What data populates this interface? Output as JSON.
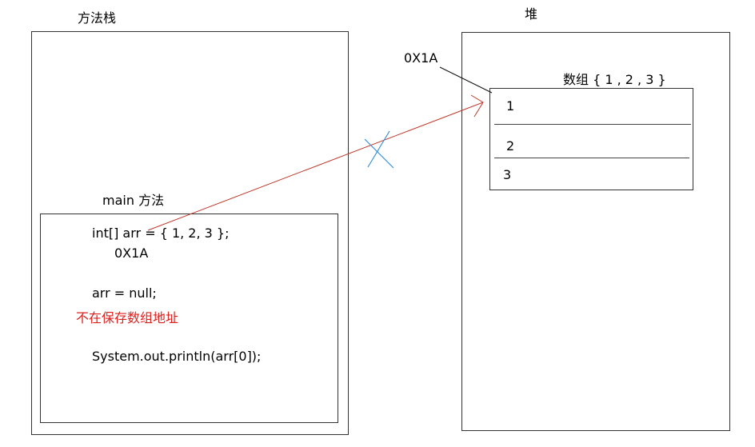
{
  "method_stack": {
    "title": "方法栈",
    "main_method": {
      "title": "main 方法",
      "code_declare": "int[] arr = { 1, 2, 3 };",
      "code_address": "0X1A",
      "code_assign_null": "arr = null;",
      "note": "不在保存数组地址",
      "code_print": "System.out.println(arr[0]);"
    }
  },
  "heap": {
    "title": "堆",
    "address_label": "0X1A",
    "array": {
      "title": "数组 { 1 , 2 , 3 }",
      "cells": [
        "1",
        "2",
        "3"
      ]
    }
  },
  "colors": {
    "reference_arrow": "#c0392b",
    "cross_mark": "#3a8fd6",
    "note_text": "#e0201d"
  }
}
